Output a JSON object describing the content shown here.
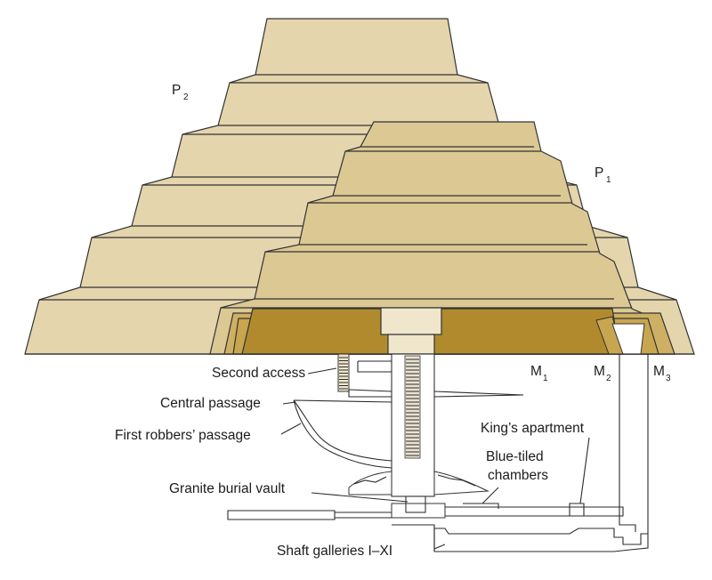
{
  "diagram": {
    "pyramid_labels": [
      {
        "id": "p2",
        "main": "P",
        "sub": "2"
      },
      {
        "id": "p1",
        "main": "P",
        "sub": "1"
      }
    ],
    "mastaba_labels": [
      {
        "id": "m1",
        "main": "M",
        "sub": "1"
      },
      {
        "id": "m2",
        "main": "M",
        "sub": "2"
      },
      {
        "id": "m3",
        "main": "M",
        "sub": "3"
      }
    ],
    "callouts": {
      "second_access": "Second access",
      "central_passage": "Central passage",
      "first_robbers_passage": "First robbers’ passage",
      "granite_burial_vault": "Granite burial vault",
      "shaft_galleries": "Shaft galleries I–XI",
      "kings_apartment": "King’s apartment",
      "blue_tiled_line1": "Blue-tiled",
      "blue_tiled_line2": "chambers"
    },
    "colors": {
      "p2_fill": "#e4d5ad",
      "p1_fill": "#dbc893",
      "mastaba_fill": "#cdb063",
      "inner_mastaba_fill": "#c8a650",
      "innermost_fill": "#b08a2c",
      "shaft_fill": "#efe6cc",
      "line": "#2a2a2a"
    }
  }
}
